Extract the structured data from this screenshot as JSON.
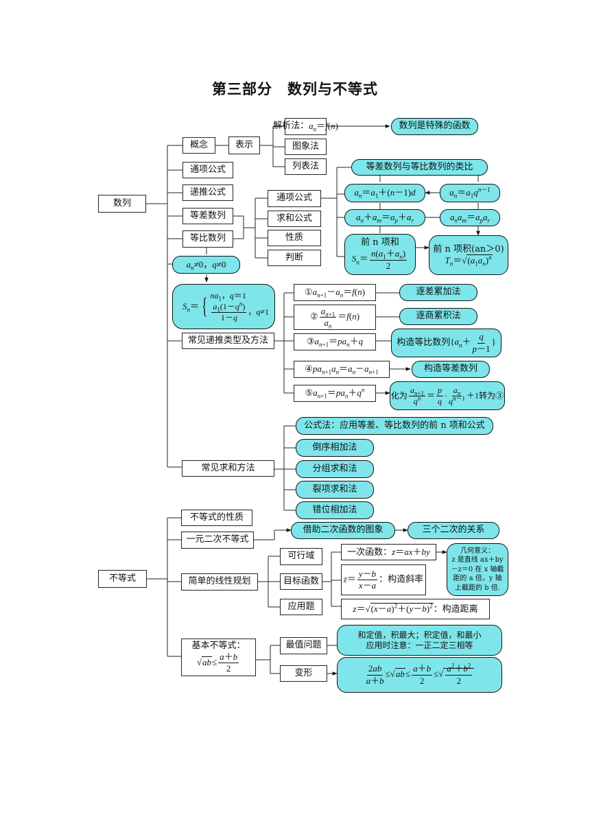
{
  "title": "第三部分　数列与不等式",
  "sequence": {
    "root": "数列",
    "concept": "概念",
    "representation": "表示",
    "analytic_method": "解析法：",
    "analytic_formula": "an＝f(n)",
    "special_function": "数列是特殊的函数",
    "graph_method": "图象法",
    "table_method": "列表法",
    "general_term": "通项公式",
    "recurrence": "递推公式",
    "arithmetic": "等差数列",
    "geometric": "等比数列",
    "sub_general": "通项公式",
    "sub_sum": "求和公式",
    "sub_property": "性质",
    "sub_judge": "判断",
    "analogy_title": "等差数列与等比数列的类比",
    "arith_general": "an＝a1＋(n－1)d",
    "geo_general": "an＝a1qⁿ⁻¹",
    "arith_property": "an＋am＝ap＋ar",
    "geo_property": "anam＝apar",
    "arith_sum_label": "前 n 项和",
    "arith_sum_formula": "Sn＝n(a1＋an)/2",
    "geo_prod_label": "前 n 项积(an＞0)",
    "geo_prod_formula": "Tn＝√(a1an)ⁿ",
    "geo_condition": "an≠0，q≠0",
    "geo_sum_formula": "Sn＝{na1，q＝1；a1(1－qⁿ)/(1－q)，q≠1}",
    "recurrence_types": "常见递推类型及方法",
    "rec1": "①an+1－an＝f(n)",
    "rec1_method": "逐差累加法",
    "rec2": "②an+1/an＝f(n)",
    "rec2_method": "逐商累积法",
    "rec3": "③an+1＝pan＋q",
    "rec3_method": "构造等比数列{an＋q/(p－1)}",
    "rec4": "④pan+1an＝an－an+1",
    "rec4_method": "构造等差数列",
    "rec5": "⑤an+1＝pan＋qⁿ",
    "rec5_method": "化为 an+1/qⁿ＝p/q·an/qⁿ⁻¹＋1 转为③",
    "sum_methods": "常见求和方法",
    "sum1": "公式法：应用等差、等比数列的前 n 项和公式",
    "sum2": "倒序相加法",
    "sum3": "分组求和法",
    "sum4": "裂项求和法",
    "sum5": "错位相加法"
  },
  "inequality": {
    "root": "不等式",
    "properties": "不等式的性质",
    "quadratic": "一元二次不等式",
    "quadratic_graph": "借助二次函数的图象",
    "three_quadratics": "三个二次的关系",
    "linear_programming": "简单的线性规划",
    "feasible": "可行域",
    "objective": "目标函数",
    "application": "应用题",
    "linear_obj": "一次函数：z＝ax＋by",
    "geo_meaning_title": "几何意义：",
    "geo_meaning_text": "z 是直线 ax＋by－z＝0 在 x 轴截距的 a 倍，y 轴上截距的 b 倍.",
    "slope_obj": "z＝(y－b)/(x－a)：构造斜率",
    "dist_obj": "z＝√((x－a)²＋(y－b)²)：构造距离",
    "basic": "基本不等式：",
    "basic_formula": "√ab≤(a＋b)/2",
    "extremum": "最值问题",
    "extremum_line1": "和定值，积最大；积定值，和最小",
    "extremum_line2": "应用时注意：一正二定三相等",
    "transform": "变形",
    "transform_formula": "2ab/(a＋b)≤√ab≤(a＋b)/2≤√((a²＋b²)/2)"
  }
}
